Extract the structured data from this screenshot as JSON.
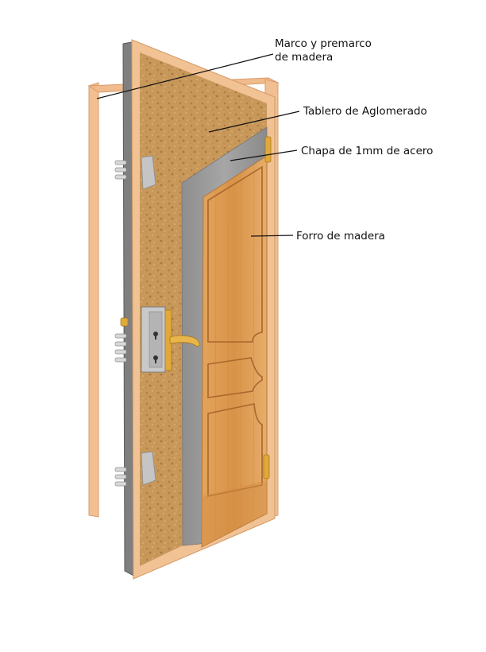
{
  "labels": {
    "marco_line1": "Marco y premarco",
    "marco_line2": "de madera",
    "tablero": "Tablero de Aglomerado",
    "chapa": "Chapa de 1mm de acero",
    "forro": "Forro de madera"
  },
  "colors": {
    "frame_wood": "#f2bf92",
    "frame_wood_dark": "#d99c6b",
    "chipboard": "#c8985a",
    "steel": "#9c9c9c",
    "veneer": "#dc9950",
    "veneer_dark": "#b87636",
    "brass": "#e0a93a",
    "lock_plate": "#c9c9c9"
  }
}
